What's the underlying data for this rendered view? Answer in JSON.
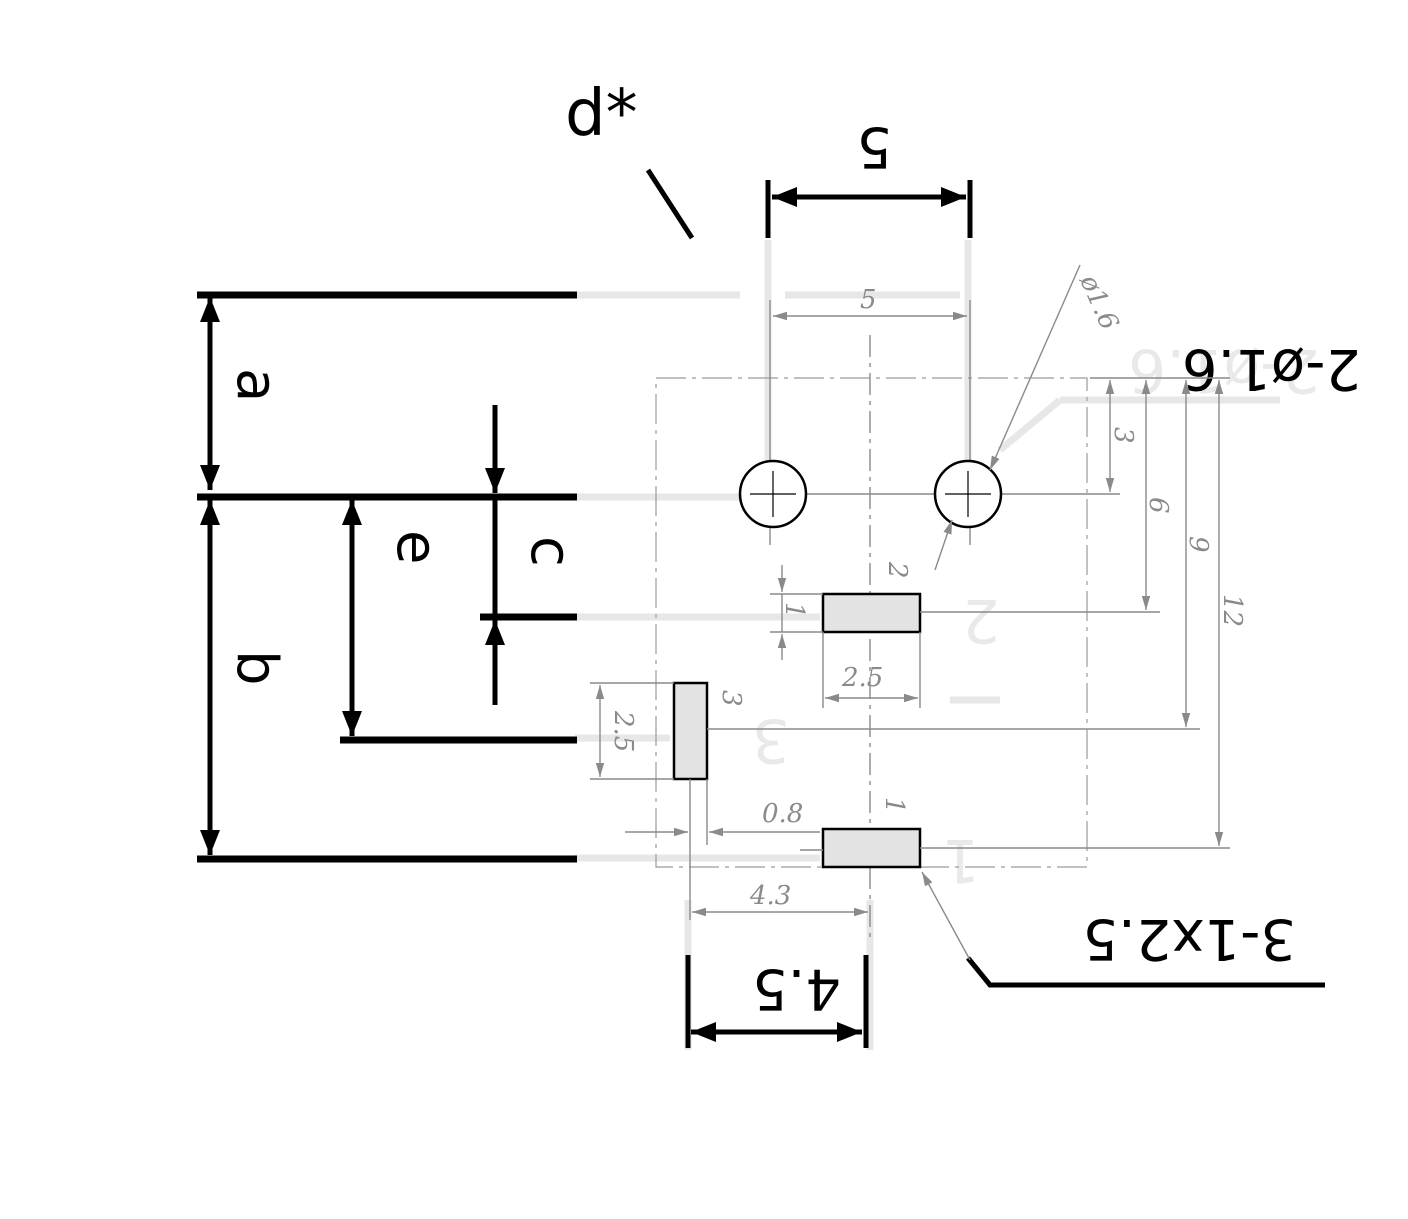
{
  "labels": {
    "d_star": "d*",
    "top_pitch": "5",
    "left_a": "a",
    "left_b": "b",
    "left_e": "e",
    "left_c": "c",
    "bottom_pitch": "4.5",
    "pad_note": "3-1x2.5",
    "hole_note": "2-ø1.6"
  },
  "dimensions": {
    "hole_spacing": "5",
    "hole_diameter": "ø1.6",
    "right_3": "3",
    "right_6": "6",
    "right_9": "9",
    "right_12": "12",
    "pad_height": "1",
    "pad_width": "2.5",
    "pad3_height": "2.5",
    "gap_0_8": "0.8",
    "offset_4_3": "4.3"
  },
  "pins": {
    "pin1": "1",
    "pin2": "2",
    "pin3": "3"
  },
  "colors": {
    "bold": "#000000",
    "dimension": "#8a8a8a",
    "pad_fill": "#e3e3e3",
    "ghost": "#e7e7e7"
  }
}
